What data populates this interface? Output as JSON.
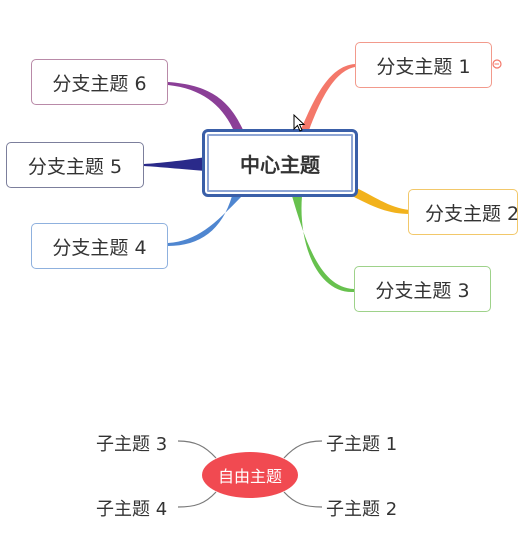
{
  "central_topic": {
    "label": "中心主题",
    "border_color": "#3a5fa8"
  },
  "branches": [
    {
      "id": "1",
      "label": "分支主题 1",
      "color": "#f4786a"
    },
    {
      "id": "2",
      "label": "分支主题 2",
      "color": "#f2b21c"
    },
    {
      "id": "3",
      "label": "分支主题 3",
      "color": "#67c14e"
    },
    {
      "id": "4",
      "label": "分支主题 4",
      "color": "#4f86d0"
    },
    {
      "id": "5",
      "label": "分支主题 5",
      "color": "#2a2a8a"
    },
    {
      "id": "6",
      "label": "分支主题 6",
      "color": "#8b3f97"
    }
  ],
  "floating_topic": {
    "label": "自由主题",
    "fill_color": "#f14a51",
    "subtopics": [
      "子主题 1",
      "子主题 2",
      "子主题 3",
      "子主题 4"
    ]
  },
  "icons": [
    "mouse-pointer-icon",
    "collapse-handle-icon"
  ]
}
